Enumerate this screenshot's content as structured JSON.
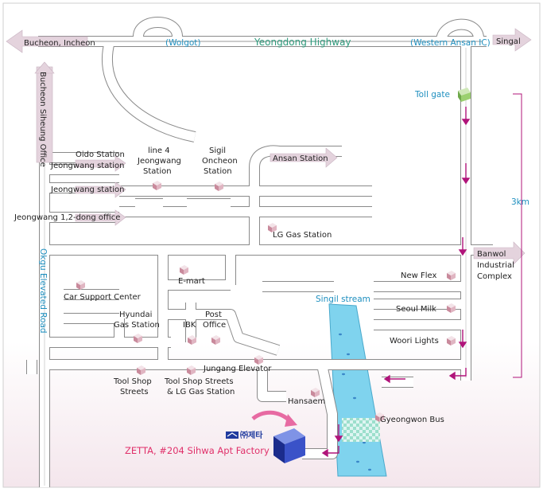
{
  "highway": {
    "name": "Yeongdong Highway",
    "west_end": "Bucheon, Incheon",
    "east_end": "Singal",
    "interchange_left": "(Wolgot)",
    "interchange_right": "(Western Ansan IC)"
  },
  "roads": {
    "left_vertical": "Bucheon Siheung Office",
    "elevated": "Okgu Elevated Road"
  },
  "toll_gate": "Toll gate",
  "distance": "3km",
  "banwol": [
    "Banwol",
    "Industrial",
    "Complex"
  ],
  "stream": "Singil stream",
  "ansan_station": "Ansan Station",
  "left_labels": {
    "oido": "Oido Station",
    "jeongwang1": "Jeongwang station",
    "jeongwang2": "Jeongwang station",
    "jeongwang_office": "Jeongwang 1,2-dong office"
  },
  "stations": {
    "line4": [
      "line 4",
      "Jeongwang",
      "Station"
    ],
    "sigil": [
      "Sigil",
      "Oncheon",
      "Station"
    ]
  },
  "places": {
    "lg_gas": "LG Gas Station",
    "emart": "E-mart",
    "car_support": "Car Support Center",
    "hyundai": [
      "Hyundai",
      "Gas Station"
    ],
    "ibk": "IBK",
    "post": [
      "Post",
      "Office"
    ],
    "jungang": "Jungang Elevator",
    "tool1": [
      "Tool Shop",
      "Streets"
    ],
    "tool2": [
      "Tool Shop Streets",
      "& LG Gas Station"
    ],
    "hansaem": "Hansaem",
    "gyeongwon": "Gyeongwon Bus",
    "new_flex": "New Flex",
    "seoul_milk": "Seoul Milk",
    "woori": "Woori Lights"
  },
  "company": {
    "logo_text": "㈜제타",
    "address": "ZETTA, #204 Sihwa Apt Factory"
  },
  "colors": {
    "road_fill": "#ffffff",
    "road_edge": "#8a8a8a",
    "arrow_fill": "#e4d3dd",
    "stream": "#7fd3ee",
    "route": "#b0147a",
    "highway_text": "#2f9a7c",
    "cyan_text": "#1e8fbf",
    "company_text": "#e0306a",
    "building": "#2a3fb0"
  }
}
